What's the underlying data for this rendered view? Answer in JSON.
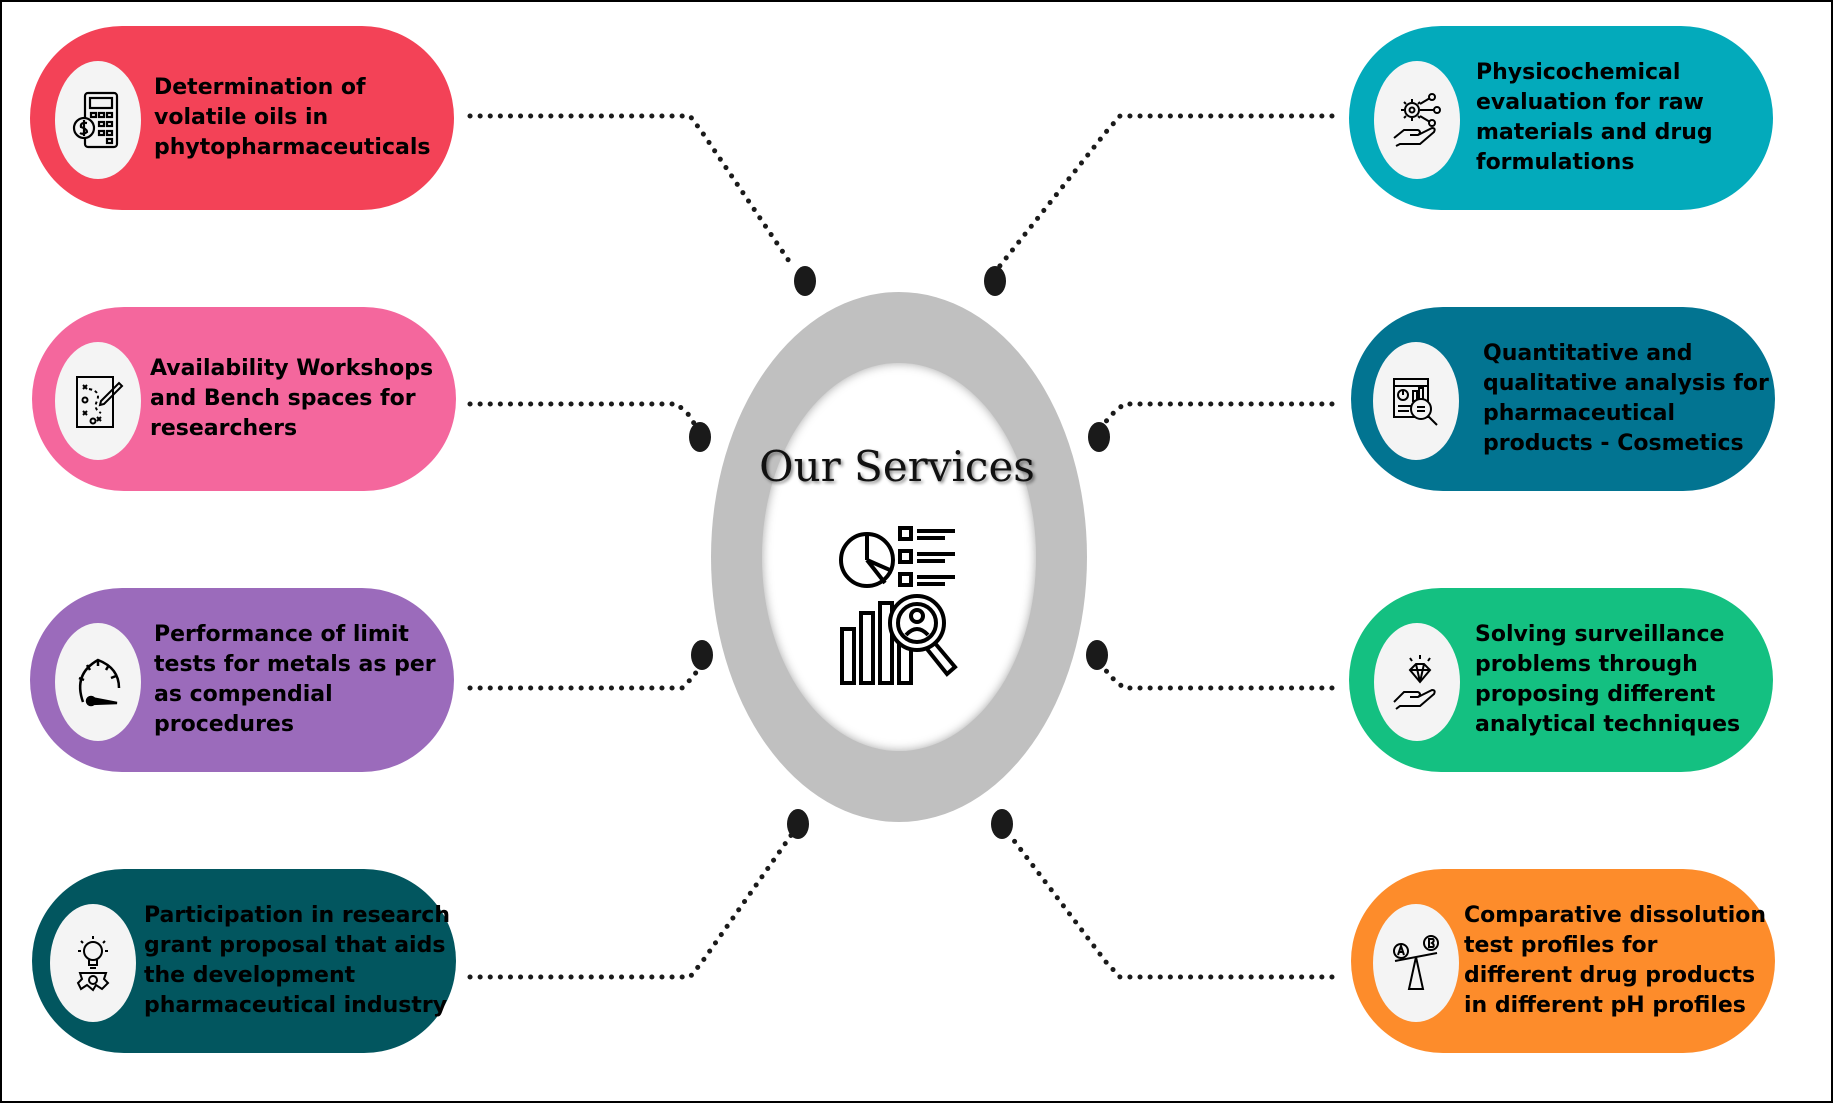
{
  "center": {
    "title": "Our Services",
    "icon": "analytics-report-icon"
  },
  "colors": {
    "ring": "#c0c0c0",
    "dots": "#1a1a1a"
  },
  "services": [
    {
      "text": "Determination of volatile oils in phytopharmaceuticals",
      "color": "#f34257",
      "icon": "calculator-icon"
    },
    {
      "text": "Availability  Workshops and Bench spaces for researchers",
      "color": "#f4679d",
      "icon": "strategy-plan-icon"
    },
    {
      "text": "Performance of limit tests for metals as per as compendial procedures",
      "color": "#9b6bbb",
      "icon": "gauge-icon"
    },
    {
      "text": "Participation in research grant proposal that aids the development pharmaceutical industry",
      "color": "#02565f",
      "icon": "lightbulb-gear-icon"
    },
    {
      "text": "Physicochemical evaluation for raw materials and drug formulations",
      "color": "#03aabb",
      "icon": "hand-gear-icon"
    },
    {
      "text": "Quantitative and qualitative analysis for pharmaceutical products - Cosmetics",
      "color": "#027491",
      "icon": "report-magnifier-icon"
    },
    {
      "text": "Solving surveillance problems through proposing different analytical techniques",
      "color": "#14c081",
      "icon": "hand-diamond-icon"
    },
    {
      "text": "Comparative dissolution test profiles for different drug products in different pH profiles",
      "color": "#fd8c2b",
      "icon": "balance-scale-icon"
    }
  ]
}
